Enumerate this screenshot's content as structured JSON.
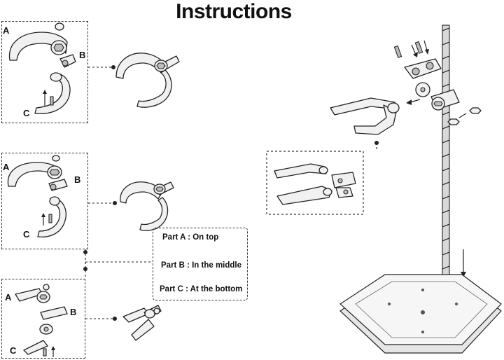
{
  "title": "Instructions",
  "sections": [
    {
      "labels": {
        "a": "A",
        "b": "B",
        "c": "C"
      }
    },
    {
      "labels": {
        "a": "A",
        "b": "B",
        "c": "C"
      }
    },
    {
      "labels": {
        "a": "A",
        "b": "B",
        "c": "C"
      }
    }
  ],
  "legend": {
    "part_a": "Part A : On top",
    "part_b": "Part B : In the middle",
    "part_c": "Part C : At the bottom"
  }
}
